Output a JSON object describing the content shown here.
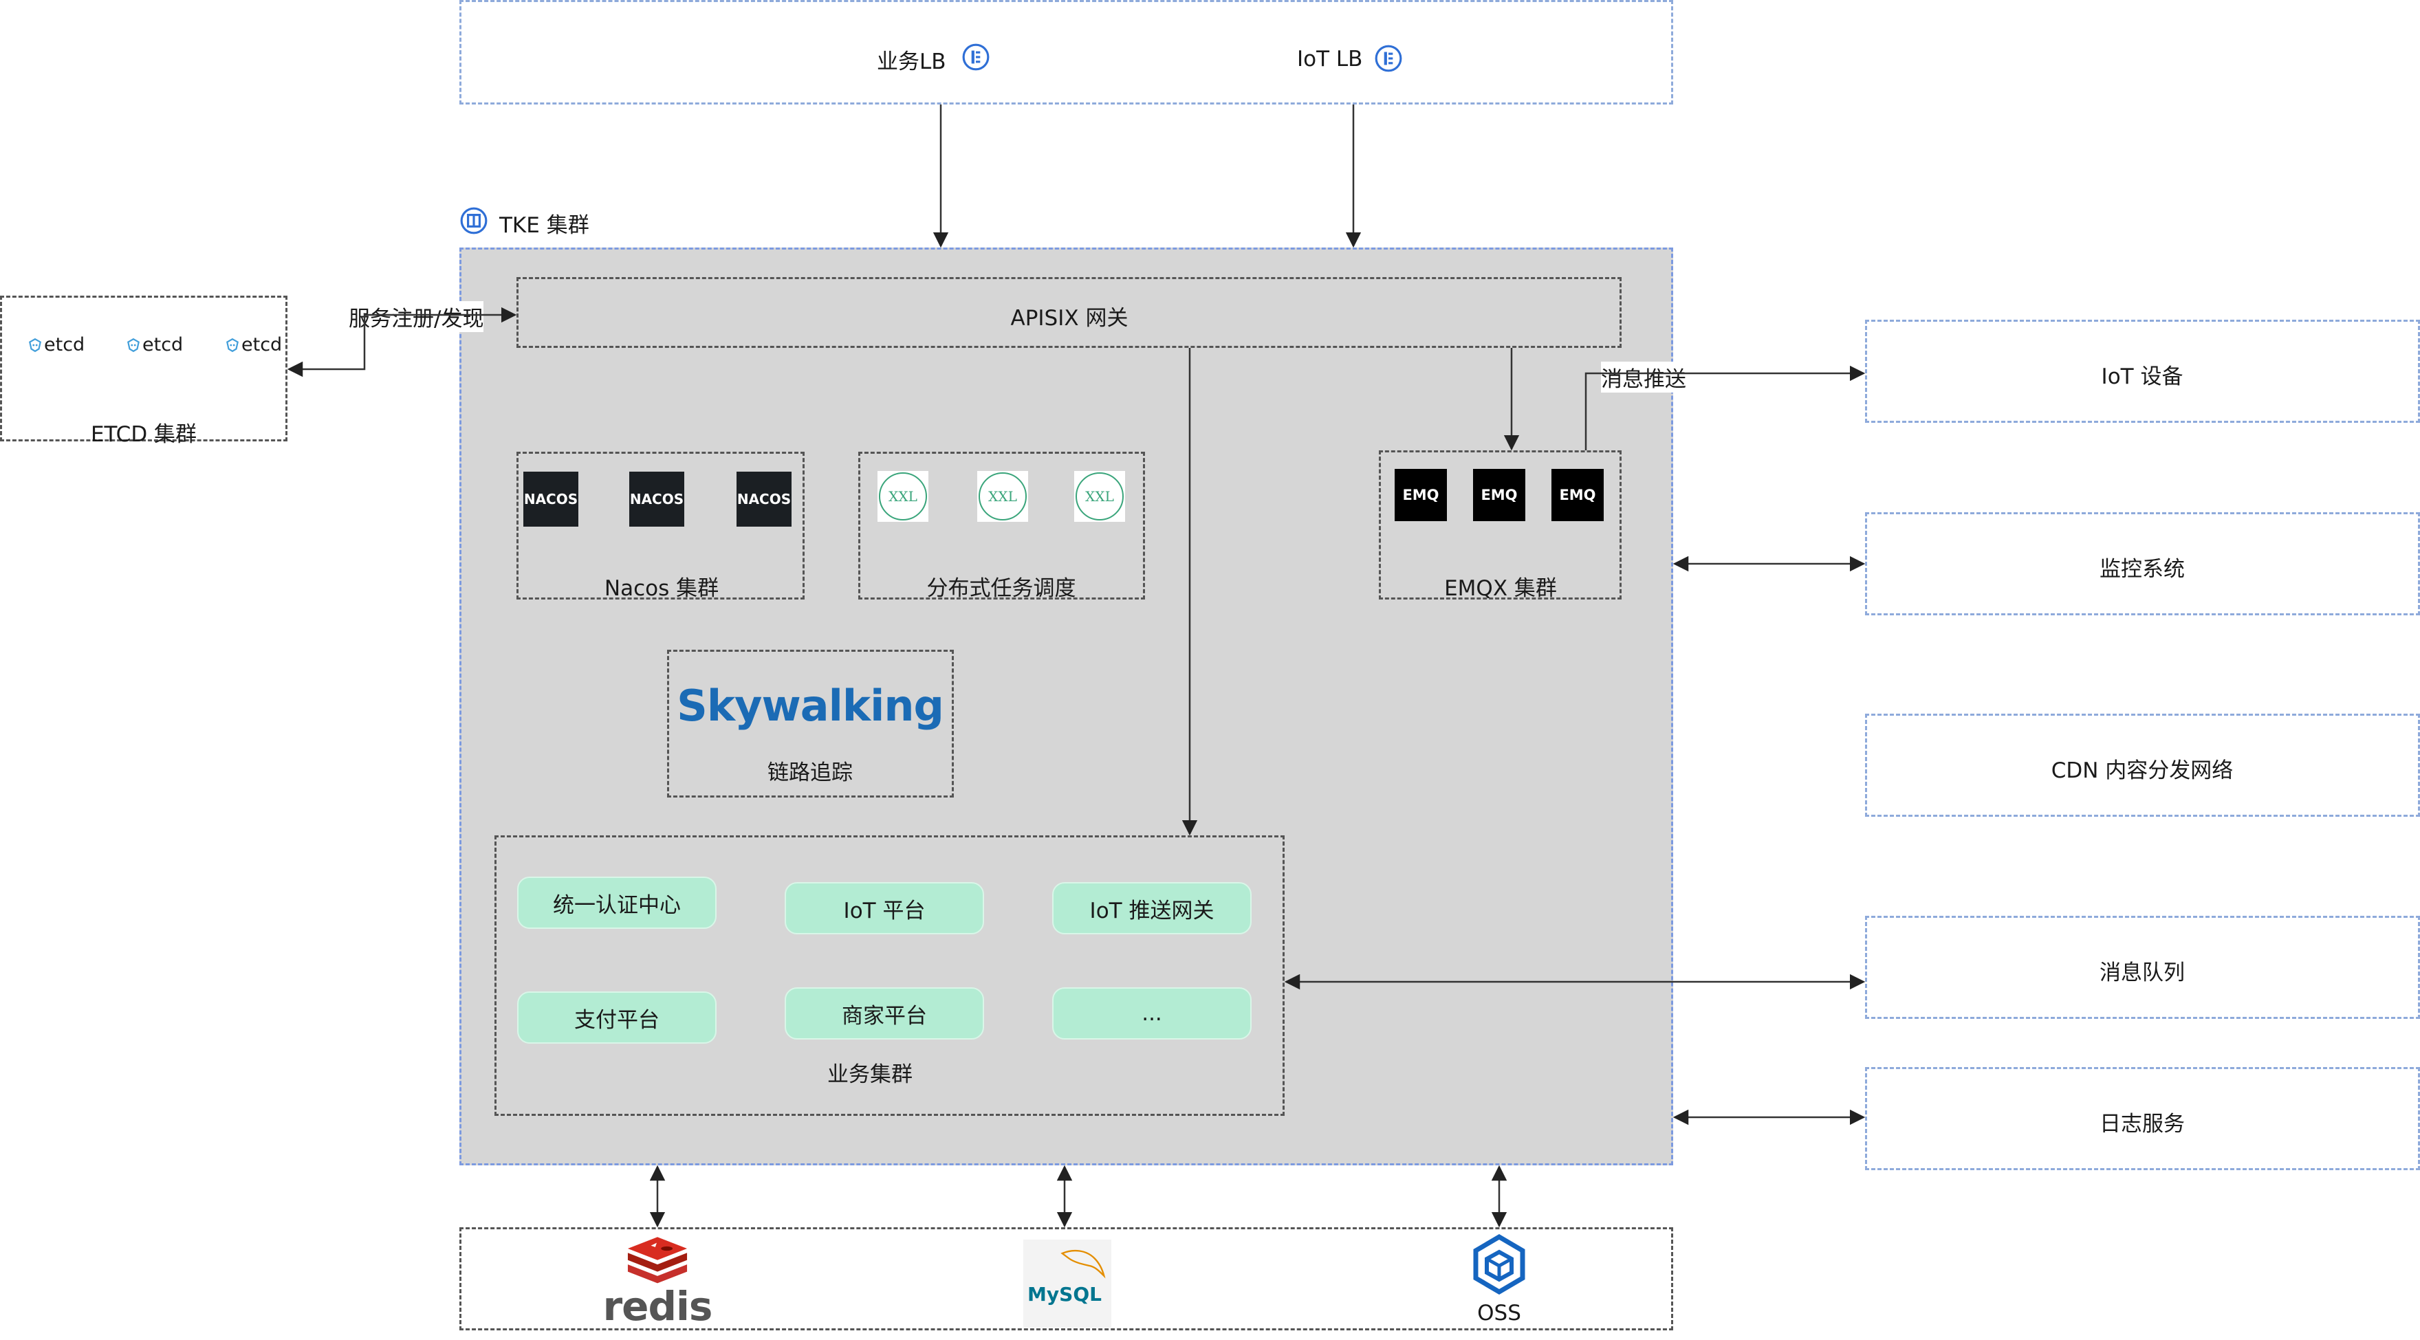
{
  "lb": {
    "biz_lb": "业务LB",
    "iot_lb": "IoT LB"
  },
  "tke": {
    "title": "TKE 集群"
  },
  "etcd": {
    "node_label": "etcd",
    "cluster_label": "ETCD 集群"
  },
  "edges": {
    "service_register": "服务注册/发现",
    "message_push": "消息推送"
  },
  "apisix": {
    "label": "APISIX 网关"
  },
  "nacos": {
    "tile": "NACOS",
    "cluster_label": "Nacos 集群"
  },
  "xxl": {
    "tile": "XXL",
    "cluster_label": "分布式任务调度"
  },
  "emqx": {
    "tile": "EMQ",
    "cluster_label": "EMQX 集群"
  },
  "skywalking": {
    "logo": "Skywalking",
    "label": "链路追踪"
  },
  "business": {
    "cluster_label": "业务集群",
    "services": [
      "统一认证中心",
      "IoT 平台",
      "IoT 推送网关",
      "支付平台",
      "商家平台",
      "..."
    ]
  },
  "external": {
    "iot_device": "IoT 设备",
    "monitoring": "监控系统",
    "cdn": "CDN 内容分发网络",
    "mq": "消息队列",
    "logging": "日志服务"
  },
  "storage": {
    "redis": "redis",
    "mysql": "MySQL",
    "oss": "OSS"
  },
  "colors": {
    "tke_bg": "#d6d6d6",
    "blue_dash": "#8eaadb",
    "service_pill": "#b3ecd3",
    "redis_red": "#c6302b",
    "oss_blue": "#1565c0",
    "skywalking_blue": "#1b6bb5"
  }
}
